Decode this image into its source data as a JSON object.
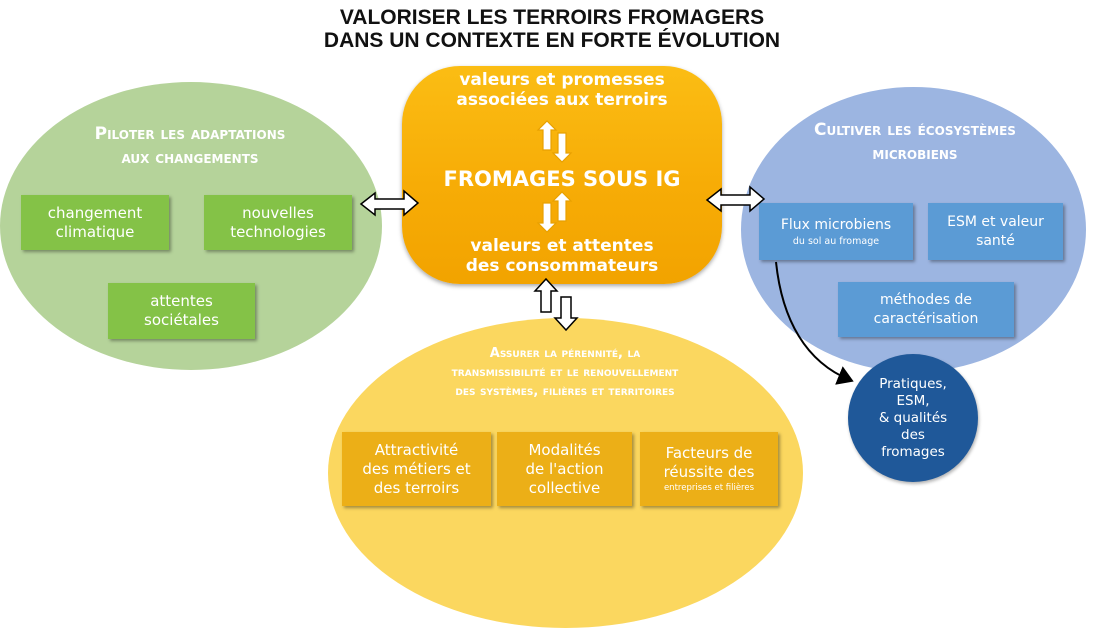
{
  "title": {
    "line1": "VALORISER LES TERROIRS FROMAGERS",
    "line2": "DANS UN CONTEXTE EN FORTE ÉVOLUTION"
  },
  "center": {
    "top_line1": "valeurs et promesses",
    "top_line2": "associées aux terroirs",
    "main": "FROMAGES SOUS IG",
    "bottom_line1": "valeurs et attentes",
    "bottom_line2": "des consommateurs"
  },
  "left": {
    "title_line1": "Piloter les adaptations",
    "title_line2": "aux changements",
    "boxes": [
      {
        "line1": "changement",
        "line2": "climatique"
      },
      {
        "line1": "nouvelles",
        "line2": "technologies"
      },
      {
        "line1": "attentes",
        "line2": "sociétales"
      }
    ]
  },
  "right": {
    "title_line1": "Cultiver les écosystèmes",
    "title_line2": "microbiens",
    "boxes": [
      {
        "line1": "Flux microbiens",
        "sub": "du sol au fromage"
      },
      {
        "line1": "ESM et valeur",
        "line2": "santé"
      },
      {
        "line1": "méthodes de",
        "line2": "caractérisation"
      }
    ],
    "result": {
      "line1": "Pratiques,",
      "line2": "ESM,",
      "line3": "& qualités",
      "line4": "des",
      "line5": "fromages"
    }
  },
  "bottom": {
    "title_line1": "Assurer la pérennité, la",
    "title_line2": "transmissibilité et le renouvellement",
    "title_line3": "des systèmes, filières et territoires",
    "boxes": [
      {
        "line1": "Attractivité",
        "line2": "des métiers et",
        "line3": "des terroirs"
      },
      {
        "line1": "Modalités",
        "line2": "de l'action",
        "line3": "collective"
      },
      {
        "line1": "Facteurs de",
        "line2": "réussite des",
        "sub": "entreprises et filières"
      }
    ]
  },
  "colors": {
    "green_ellipse": "#b5d39a",
    "green_box": "#84c247",
    "blue_ellipse": "#9cb5e1",
    "blue_box": "#5b9bd5",
    "dark_blue_circle": "#1f5899",
    "yellow_ellipse": "#fbd75f",
    "yellow_box": "#ecaf17",
    "center_orange": "#f7ac06"
  }
}
